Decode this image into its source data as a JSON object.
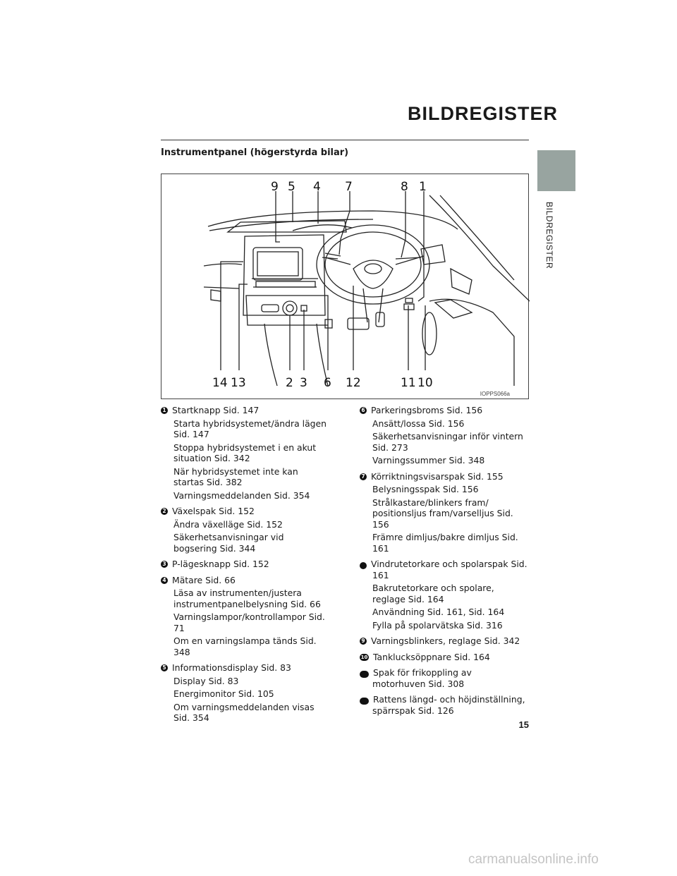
{
  "header": {
    "title": "BILDREGISTER"
  },
  "side_tab": {
    "label": "BILDREGISTER"
  },
  "section": {
    "heading": "Instrumentpanel (högerstyrda bilar)"
  },
  "figure": {
    "image_code": "IOPPS066a",
    "top_callouts": [
      "9",
      "5",
      "4",
      "7",
      "8",
      "1"
    ],
    "bottom_callouts": [
      "14",
      "13",
      "2",
      "3",
      "6",
      "12",
      "11",
      "10"
    ]
  },
  "left_entries": [
    {
      "n": "1",
      "head": "Startknapp Sid. 147",
      "subs": [
        "Starta hybridsystemet/ändra lägen Sid. 147",
        "Stoppa hybridsystemet i en akut situation Sid. 342",
        "När hybridsystemet inte kan startas Sid. 382",
        "Varningsmeddelanden Sid. 354"
      ]
    },
    {
      "n": "2",
      "head": "Växelspak Sid. 152",
      "subs": [
        "Ändra växelläge Sid. 152",
        "Säkerhetsanvisningar vid bogsering Sid. 344"
      ]
    },
    {
      "n": "3",
      "head": "P-lägesknapp Sid. 152",
      "subs": []
    },
    {
      "n": "4",
      "head": "Mätare Sid. 66",
      "subs": [
        "Läsa av instrumenten/justera instrumentpanelbelysning Sid. 66",
        "Varningslampor/kontrollampor Sid. 71",
        "Om en varningslampa tänds Sid. 348"
      ]
    },
    {
      "n": "5",
      "head": "Informationsdisplay Sid. 83",
      "subs": [
        "Display Sid. 83",
        "Energimonitor Sid. 105",
        "Om varningsmeddelanden visas Sid. 354"
      ]
    }
  ],
  "right_entries": [
    {
      "n": "6",
      "head": "Parkeringsbroms Sid. 156",
      "subs": [
        "Ansätt/lossa Sid. 156",
        "Säkerhetsanvisningar inför vintern Sid. 273",
        "Varningssummer Sid. 348"
      ]
    },
    {
      "n": "7",
      "head": "Körriktningsvisarspak Sid. 155",
      "subs": [
        "Belysningsspak Sid. 156",
        "Strålkastare/blinkers fram/ positionsljus fram/varselljus Sid. 156",
        "Främre dimljus/bakre dimljus Sid. 161"
      ]
    },
    {
      "n": "8",
      "head": "Vindrutetorkare och spolarspak Sid. 161",
      "subs": [
        "Bakrutetorkare och spolare, reglage Sid. 164",
        "Användning Sid. 161, Sid. 164",
        "Fylla på spolarvätska Sid. 316"
      ]
    },
    {
      "n": "9",
      "head": "Varningsblinkers, reglage Sid. 342",
      "subs": []
    },
    {
      "n": "10",
      "head": "Tanklucksöppnare Sid. 164",
      "subs": []
    },
    {
      "n": "11",
      "head": "Spak för frikoppling av motorhuven Sid. 308",
      "subs": []
    },
    {
      "n": "12",
      "head": "Rattens längd- och höjdinställning, spärrspak Sid. 126",
      "subs": []
    }
  ],
  "footer": {
    "page_number": "15",
    "watermark": "carmanualsonline.info"
  }
}
